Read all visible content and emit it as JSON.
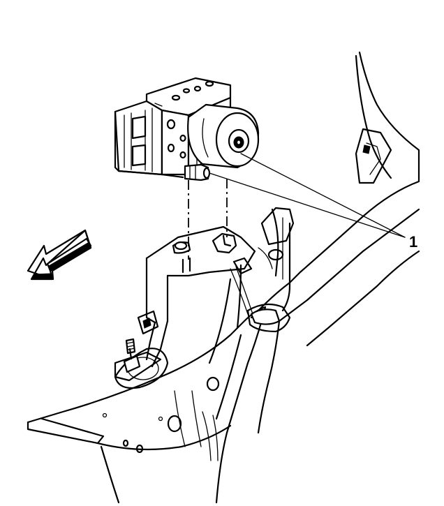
{
  "diagram": {
    "callout_number": "1",
    "colors": {
      "line": "#000000",
      "background": "#ffffff"
    },
    "parts": [
      "abs-modulator-assembly",
      "mounting-bracket",
      "vehicle-frame-rail",
      "forward-direction-arrow"
    ]
  }
}
